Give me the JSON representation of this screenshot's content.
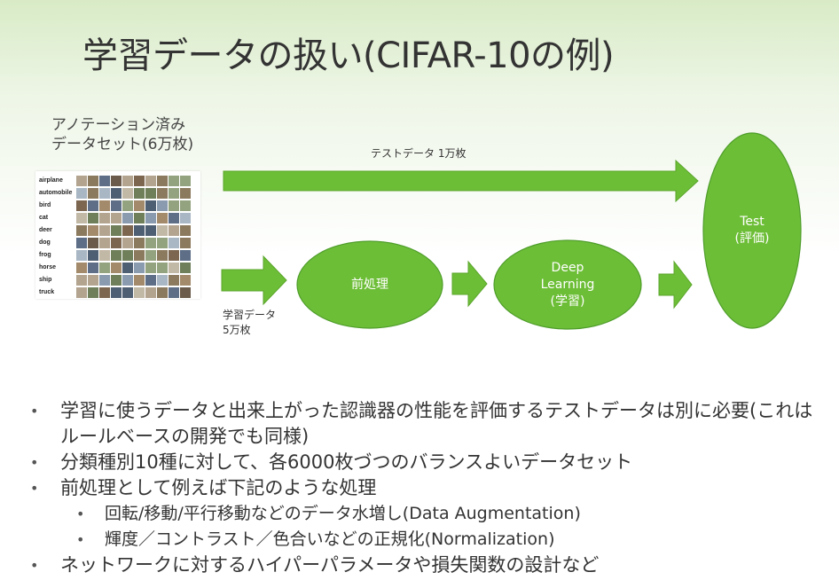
{
  "title": "学習データの扱い(CIFAR-10の例)",
  "dataset_caption": {
    "line1": "アノテーション済み",
    "line2": "データセット(6万枚)"
  },
  "classes": [
    "airplane",
    "automobile",
    "bird",
    "cat",
    "deer",
    "dog",
    "frog",
    "horse",
    "ship",
    "truck"
  ],
  "test_arrow_label": "テストデータ 1万枚",
  "train_label": {
    "line1": "学習データ",
    "line2": "5万枚"
  },
  "nodes": {
    "preprocess": "前処理",
    "deep_learning": {
      "line1": "Deep",
      "line2": "Learning",
      "line3": "(学習)"
    },
    "test": {
      "line1": "Test",
      "line2": "(評価)"
    }
  },
  "colors": {
    "accent_green": "#6dbe37",
    "node_stroke": "#4e9d2a"
  },
  "bullets": [
    {
      "text": "学習に使うデータと出来上がった認識器の性能を評価するテストデータは別に必要(これはルールベースの開発でも同様)",
      "level": 1
    },
    {
      "text": "分類種別10種に対して、各6000枚づつのバランスよいデータセット",
      "level": 1
    },
    {
      "text": "前処理として例えば下記のような処理",
      "level": 1
    },
    {
      "text": "回転/移動/平行移動などのデータ水増し(Data Augmentation)",
      "level": 2
    },
    {
      "text": "輝度／コントラスト／色合いなどの正規化(Normalization)",
      "level": 2
    },
    {
      "text": "ネットワークに対するハイパーパラメータや損失関数の設計など",
      "level": 1
    }
  ]
}
